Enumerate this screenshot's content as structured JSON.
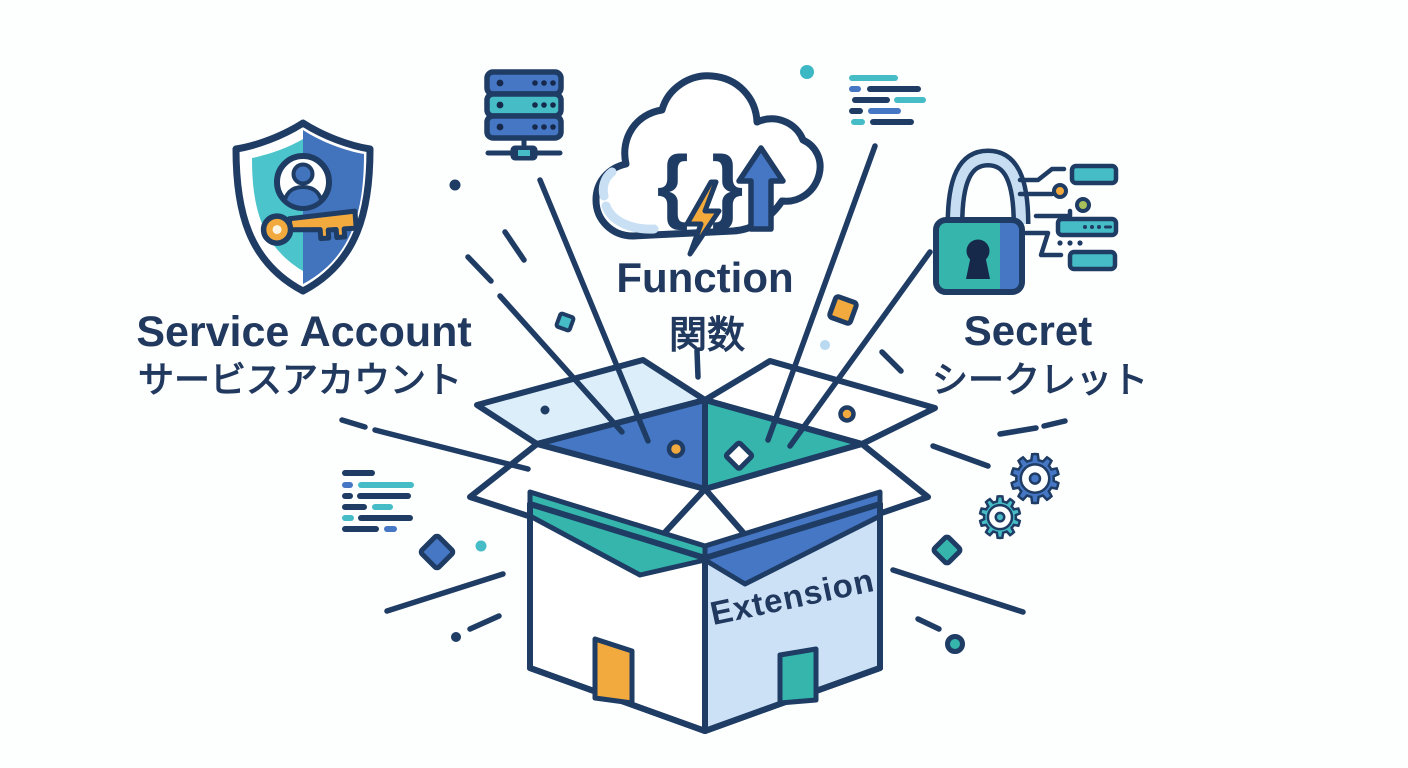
{
  "illustration_title": "Extension box with Service Account, Function and Secret",
  "palette": {
    "navy_outline": "#1e3c64",
    "text_navy": "#21395e",
    "blue": "#4577c4",
    "teal": "#35b5ac",
    "light_teal": "#4cc4cb",
    "cyan_bar": "#45bcc6",
    "orange": "#f2a93d",
    "pale_flap_blue": "#dceef9",
    "box_face_blue": "#cce1f5",
    "shackle_blue": "#c6ddf2",
    "green_node": "#a9c05b",
    "light_dot_blue": "#b8d9f0",
    "white": "#ffffff"
  },
  "labels": {
    "service_account": {
      "en": "Service Account",
      "ja": "サービスアカウント"
    },
    "function": {
      "en": "Function",
      "ja": "関数"
    },
    "secret": {
      "en": "Secret",
      "ja": "シークレット"
    },
    "extension": "Extension"
  },
  "glyphs": {
    "code_braces": "{ }",
    "gear": "⚙"
  },
  "icons": [
    "shield-user-key-icon",
    "server-stack-icon",
    "cloud-code-upload-icon",
    "lightning-bolt-icon",
    "upload-arrow-icon",
    "code-lines-icon",
    "padlock-icon",
    "circuit-nodes-icon",
    "gears-icon",
    "open-extension-box-icon"
  ]
}
